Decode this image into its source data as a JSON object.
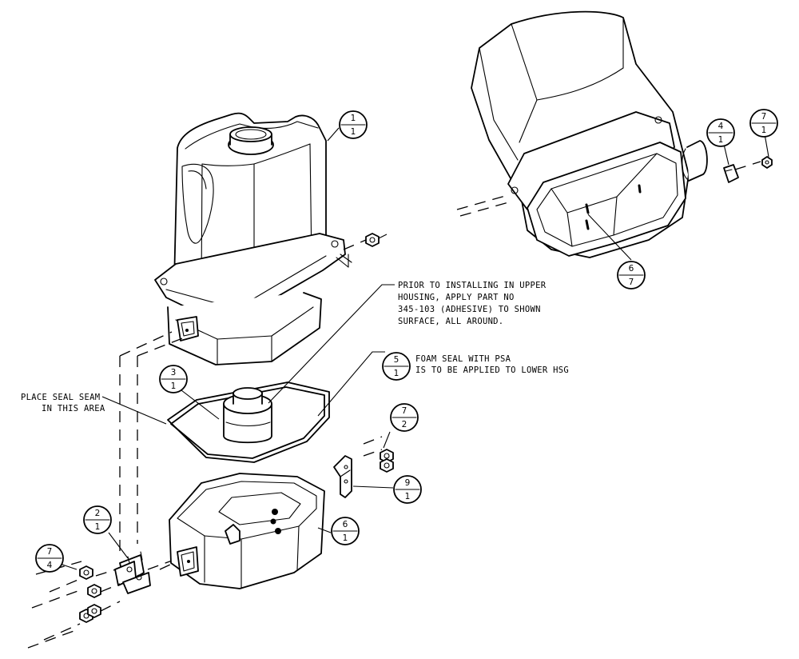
{
  "notes": {
    "adhesive": [
      "PRIOR TO INSTALLING IN UPPER",
      "HOUSING, APPLY PART NO",
      "345-103 (ADHESIVE) TO SHOWN",
      "SURFACE, ALL AROUND."
    ],
    "foam": [
      "FOAM SEAL WITH PSA",
      "IS TO BE APPLIED TO LOWER HSG"
    ],
    "seam": [
      "PLACE SEAL SEAM",
      "IN THIS AREA"
    ]
  },
  "balloons": [
    {
      "id": "b-upper-housing",
      "item": "1",
      "qty": "1"
    },
    {
      "id": "b-nozzle",
      "item": "3",
      "qty": "1"
    },
    {
      "id": "b-foam-seal",
      "item": "5",
      "qty": "1"
    },
    {
      "id": "b-nut-top",
      "item": "7",
      "qty": "2"
    },
    {
      "id": "b-bracket",
      "item": "9",
      "qty": "1"
    },
    {
      "id": "b-lower-housing",
      "item": "6",
      "qty": "1"
    },
    {
      "id": "b-hinge",
      "item": "2",
      "qty": "1"
    },
    {
      "id": "b-nut-left",
      "item": "7",
      "qty": "4"
    },
    {
      "id": "b-inset-clip",
      "item": "4",
      "qty": "1"
    },
    {
      "id": "b-inset-nut",
      "item": "7",
      "qty": "1"
    },
    {
      "id": "b-inset-screw",
      "item": "6",
      "qty": "7"
    }
  ]
}
